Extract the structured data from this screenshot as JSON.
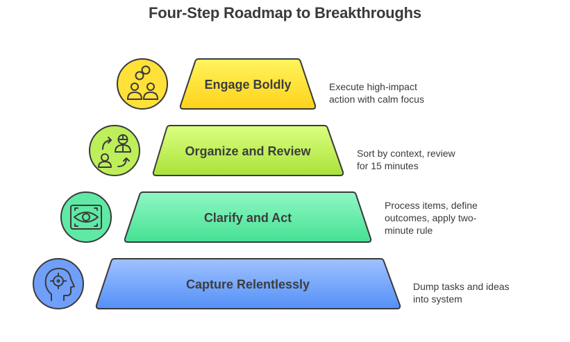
{
  "title": "Four-Step Roadmap to Breakthroughs",
  "steps": [
    {
      "label": "Engage Boldly",
      "description": "Execute high-impact\naction with calm focus",
      "icon": "people-connection-icon",
      "color_top": "#fff45e",
      "color_bottom": "#ffd21a",
      "icon_fill": "#ffe13a"
    },
    {
      "label": "Organize and Review",
      "description": "Sort by context, review\nfor 15 minutes",
      "icon": "person-exchange-icon",
      "color_top": "#dcff80",
      "color_bottom": "#a9e23a",
      "icon_fill": "#bdef5a"
    },
    {
      "label": "Clarify and Act",
      "description": "Process items, define\noutcomes, apply two-\nminute rule",
      "icon": "eye-focus-icon",
      "color_top": "#8ff7c4",
      "color_bottom": "#45e193",
      "icon_fill": "#5fe9a4"
    },
    {
      "label": "Capture Relentlessly",
      "description": "Dump tasks and ideas\ninto system",
      "icon": "head-target-icon",
      "color_top": "#9fc2ff",
      "color_bottom": "#5490f7",
      "icon_fill": "#6f9ff8"
    }
  ]
}
